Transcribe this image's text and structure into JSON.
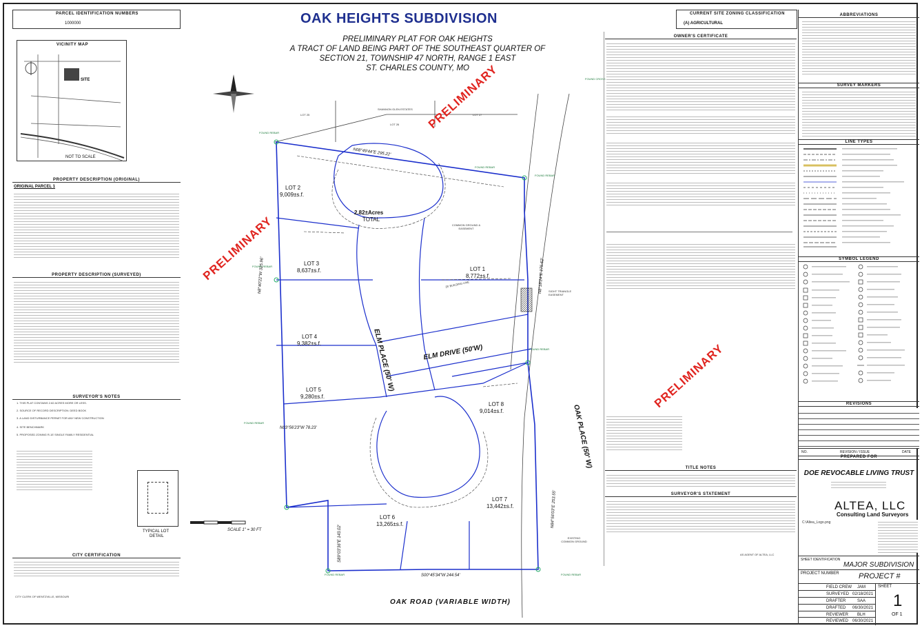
{
  "header": {
    "parcel_id_label": "PARCEL IDENTIFICATION NUMBERS",
    "parcel_id_value": "1000000",
    "title": "OAK HEIGHTS SUBDIVISION",
    "zoning_label": "CURRENT SITE ZONING CLASSIFICATION",
    "zoning_value": "(A) AGRICULTURAL",
    "abbreviations_label": "ABBREVIATIONS"
  },
  "subtitle": {
    "line1": "PRELIMINARY PLAT FOR OAK HEIGHTS",
    "line2": "A TRACT OF LAND BEING PART OF THE SOUTHEAST QUARTER OF",
    "line3": "SECTION 21, TOWNSHIP 47 NORTH, RANGE 1 EAST",
    "line4": "ST. CHARLES COUNTY, MO"
  },
  "watermark": "PRELIMINARY",
  "vicinity": {
    "title": "VICINITY MAP",
    "site": "SITE",
    "not_to_scale": "NOT TO SCALE"
  },
  "sections": {
    "property_original": "PROPERTY DESCRIPTION (ORIGINAL)",
    "original_parcel": "ORIGINAL PARCEL 1",
    "property_surveyed": "PROPERTY DESCRIPTION (SURVEYED)",
    "surveyors_notes": "SURVEYOR'S NOTES",
    "city_certification": "CITY CERTIFICATION",
    "owners_certificate": "OWNER'S CERTIFICATE",
    "title_notes": "TITLE NOTES",
    "surveyors_statement": "SURVEYOR'S STATEMENT",
    "survey_markers": "SURVEY MARKERS",
    "line_types": "LINE TYPES",
    "symbol_legend": "SYMBOL LEGEND",
    "revisions": "REVISIONS",
    "prepared_for": "PREPARED FOR"
  },
  "surveyor_notes_items": [
    "1. THIS PLAT CONTAINS 2.82 ACRES MORE OR LESS.",
    "2. SOURCE OF RECORD DESCRIPTION: DEED BOOK",
    "3. A LAND DISTURBANCE PERMIT FOR ANY NEW CONSTRUCTION",
    "4. SITE BENCHMARK",
    "5. PROPOSED ZONING R-1E SINGLE FAMILY RESIDENTIAL"
  ],
  "typical_lot": {
    "label": "TYPICAL LOT",
    "detail": "DETAIL"
  },
  "city": {
    "clerk": "CITY CLERK OF WENTZVILLE, MISSOURI"
  },
  "plat": {
    "total_area": "2.82±Acres",
    "total_label": "TOTAL",
    "lots": [
      {
        "name": "LOT 1",
        "area": "8,772±s.f."
      },
      {
        "name": "LOT 2",
        "area": "9,009±s.f."
      },
      {
        "name": "LOT 3",
        "area": "8,637±s.f."
      },
      {
        "name": "LOT 4",
        "area": "9,382±s.f."
      },
      {
        "name": "LOT 5",
        "area": "9,280±s.f."
      },
      {
        "name": "LOT 6",
        "area": "13,265±s.f."
      },
      {
        "name": "LOT 7",
        "area": "13,442±s.f."
      },
      {
        "name": "LOT 8",
        "area": "9,014±s.f."
      }
    ],
    "streets": {
      "elm_place": "ELM PLACE (50' W)",
      "elm_drive": "ELM DRIVE (50'W)",
      "oak_place": "OAK PLACE (50' W)",
      "oak_road": "OAK ROAD (VARIABLE WIDTH)"
    },
    "bearings": {
      "north": "N08°49'44\"E 295.22'",
      "west": "N8°40'22\"W 325.96'",
      "east": "N8°18'24\"E 175.62'",
      "south": "S00°45'34\"W 244.54'",
      "sw": "N03°56'23\"W 78.23'",
      "south_w": "S89°03'36\"E 143.02'",
      "se": "N84°56'03\"E 253.55'"
    },
    "found_rebar": "FOUND REBAR",
    "found_cross": "FOUND CROSS",
    "scale": "SCALE 1\" = 30 FT",
    "common_ground": "COMMON GROUND & EASEMENT",
    "existing_common_ground": "EXISTING COMMON GROUND",
    "sight_easement": "SIGHT TRIANGLE EASEMENT",
    "building_line": "25' BUILDING LINE",
    "lot25": "LOT 25",
    "lot26": "LOT 26",
    "lot27": "LOT 27",
    "shannon": "SHANNON GLEN ESTATES"
  },
  "surveyor_sig": "AS AGENT OF ALTEA, LLC",
  "company": {
    "owner": "DOE REVOCABLE LIVING TRUST",
    "name": "ALTEA, LLC",
    "tagline": "Consulting Land Surveyors",
    "logo_path": "C:\\Altea_Logo.png"
  },
  "title_block": {
    "revision_col1": "NO.",
    "revision_col2": "REVISION / ISSUE",
    "revision_col3": "DATE",
    "sheet_id_label": "SHEET IDENTIFICATION",
    "sheet_id_value": "MAJOR SUBDIVISION",
    "project_label": "PROJECT NUMBER",
    "project_value": "PROJECT #",
    "sheet_label": "SHEET",
    "sheet_number": "1",
    "sheet_of": "OF 1",
    "rows": [
      {
        "label": "FIELD CREW",
        "value": "JAM"
      },
      {
        "label": "SURVEYED",
        "value": "02/18/2021"
      },
      {
        "label": "DRAFTER",
        "value": "SAA"
      },
      {
        "label": "DRAFTED",
        "value": "06/30/2021"
      },
      {
        "label": "REVIEWER",
        "value": "BLH"
      },
      {
        "label": "REVIEWED",
        "value": "06/30/2021"
      }
    ]
  },
  "colors": {
    "title": "#1e2f8f",
    "watermark": "#e0241f",
    "boundary": "#1a2ecc"
  }
}
